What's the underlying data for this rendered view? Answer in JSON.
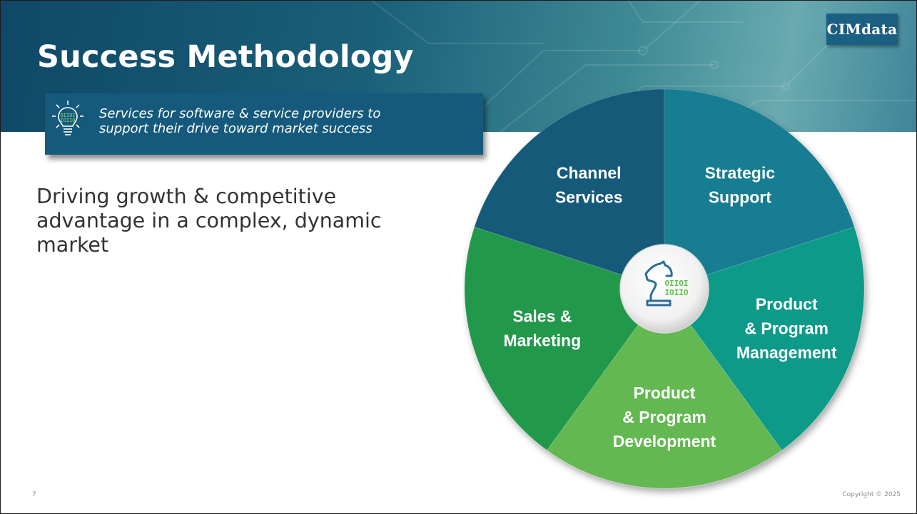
{
  "slide": {
    "title": "Success Methodology",
    "logo_text": "CIMdata",
    "tagline_line1": "Services for software & service providers to",
    "tagline_line2": "support their drive toward market success",
    "tagline_icon": "lightbulb-binary-icon",
    "body_line1": "Driving growth & competitive",
    "body_line2": "advantage in a complex, dynamic",
    "body_line3": "market",
    "page_number": "7",
    "copyright": "Copyright © 2025"
  },
  "wheel": {
    "center_icon": "chess-knight-binary-icon",
    "center_binary_line1": "OIIOI",
    "center_binary_line2": "IOIIO",
    "segments": [
      {
        "line1": "Channel",
        "line2": "Services",
        "line3": "",
        "color": "#165a7a"
      },
      {
        "line1": "Strategic",
        "line2": "Support",
        "line3": "",
        "color": "#137d92"
      },
      {
        "line1": "Product",
        "line2": "& Program",
        "line3": "Management",
        "color": "#0e9a88"
      },
      {
        "line1": "Product",
        "line2": "& Program",
        "line3": "Development",
        "color": "#64b851"
      },
      {
        "line1": "Sales &",
        "line2": "Marketing",
        "line3": "",
        "color": "#22984c"
      }
    ]
  }
}
